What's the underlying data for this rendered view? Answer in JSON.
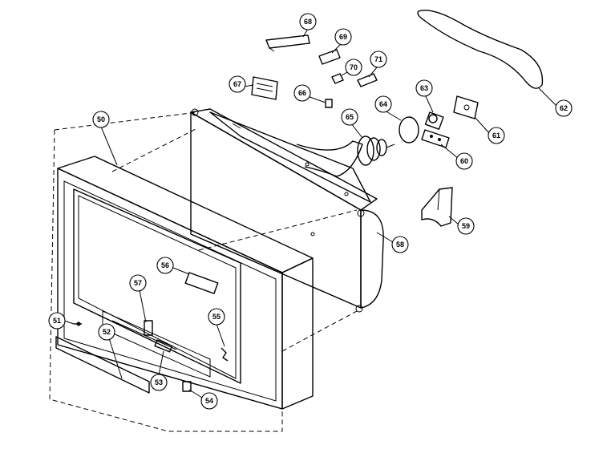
{
  "callouts": {
    "c50": "50",
    "c51": "51",
    "c52": "52",
    "c53": "53",
    "c54": "54",
    "c55": "55",
    "c56": "56",
    "c57": "57",
    "c58": "58",
    "c59": "59",
    "c60": "60",
    "c61": "61",
    "c62": "62",
    "c63": "63",
    "c64": "64",
    "c65": "65",
    "c66": "66",
    "c67": "67",
    "c68": "68",
    "c69": "69",
    "c70": "70",
    "c71": "71"
  }
}
